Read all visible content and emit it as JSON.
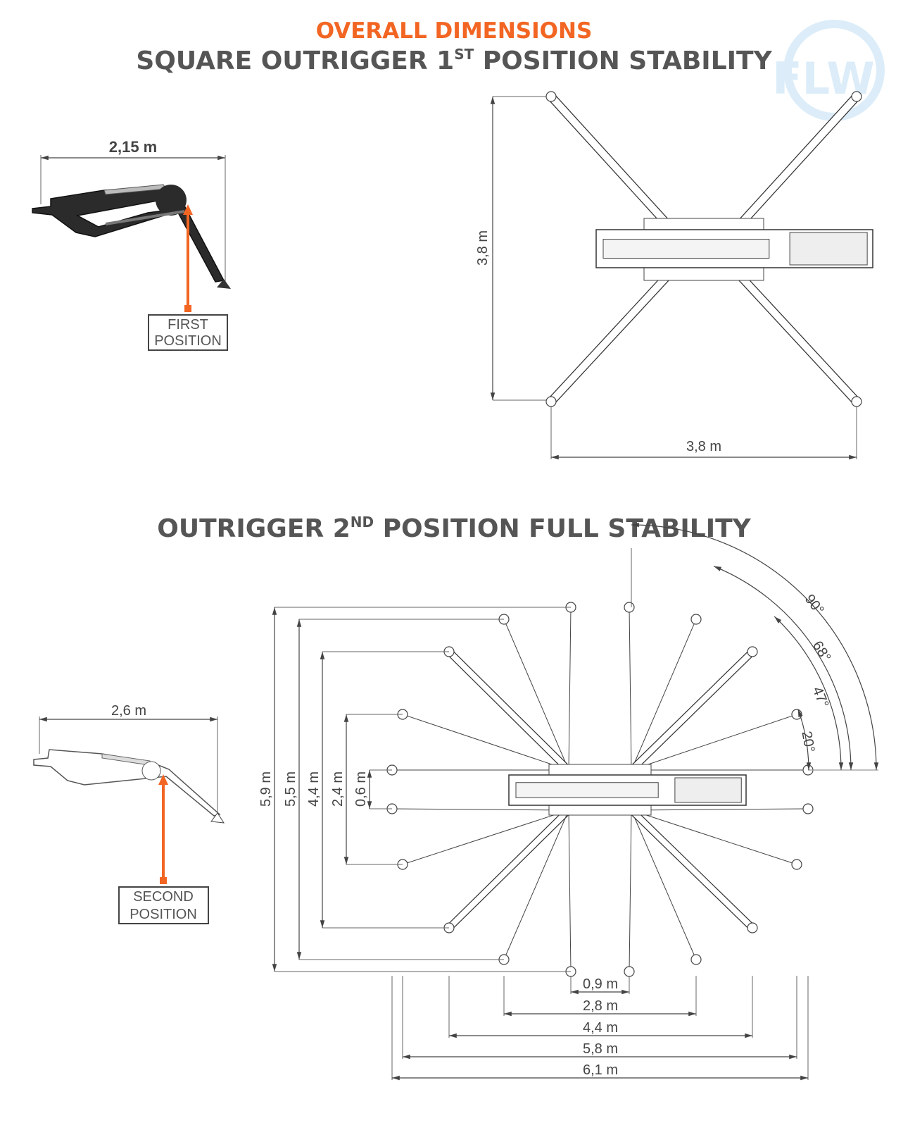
{
  "header": {
    "overall_title": "OVERALL DIMENSIONS",
    "section1_title_pre": "SQUARE OUTRIGGER 1",
    "section1_title_sup": "ST",
    "section1_title_post": " POSITION STABILITY",
    "section2_title_pre": "OUTRIGGER 2",
    "section2_title_sup": "ND",
    "section2_title_post": " POSITION FULL STABILITY",
    "logo_text": "FLW"
  },
  "section1": {
    "side_width": "2,15 m",
    "position_label_line1": "FIRST",
    "position_label_line2": "POSITION",
    "top_height": "3,8 m",
    "top_width": "3,8 m"
  },
  "section2": {
    "side_width": "2,6 m",
    "position_label_line1": "SECOND",
    "position_label_line2": "POSITION",
    "vertical_dims": [
      "5,9 m",
      "5,5 m",
      "4,4 m",
      "2,4 m",
      "0,6 m"
    ],
    "horizontal_dims": [
      "0,9 m",
      "2,8 m",
      "4,4 m",
      "5,8 m",
      "6,1 m"
    ],
    "angles": [
      "90°",
      "68°",
      "47°",
      "20°"
    ]
  },
  "colors": {
    "accent": "#f26522",
    "title": "#555555",
    "logo": "#d6ebf8"
  }
}
